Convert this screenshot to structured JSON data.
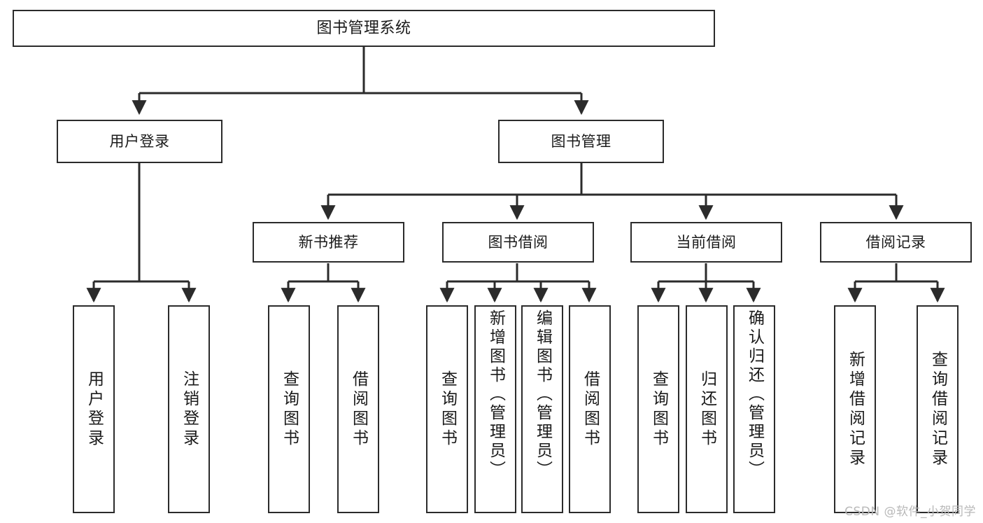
{
  "diagram": {
    "title": "图书管理系统",
    "type": "tree-hierarchy",
    "watermark": "CSDN @软件_小贺同学",
    "colors": {
      "box_border": "#2b2b2b",
      "box_fill": "#ffffff",
      "edge": "#2b2b2b",
      "text": "#1a1a1a",
      "watermark": "#b9b9b9"
    },
    "nodes": {
      "root": {
        "label": "图书管理系统"
      },
      "level1": [
        {
          "label": "用户登录"
        },
        {
          "label": "图书管理"
        }
      ],
      "level2": [
        {
          "label": "新书推荐"
        },
        {
          "label": "图书借阅"
        },
        {
          "label": "当前借阅"
        },
        {
          "label": "借阅记录"
        }
      ],
      "leaves": {
        "user_login": [
          {
            "label": "用户登录"
          },
          {
            "label": "注销登录"
          }
        ],
        "new_book_recommend": [
          {
            "label": "查询图书"
          },
          {
            "label": "借阅图书"
          }
        ],
        "book_borrow": [
          {
            "label": "查询图书"
          },
          {
            "label": "新增图书（管理员）"
          },
          {
            "label": "编辑图书（管理员）"
          },
          {
            "label": "借阅图书"
          }
        ],
        "current_borrow": [
          {
            "label": "查询图书"
          },
          {
            "label": "归还图书"
          },
          {
            "label": "确认归还（管理员）"
          }
        ],
        "borrow_record": [
          {
            "label": "新增借阅记录"
          },
          {
            "label": "查询借阅记录"
          }
        ]
      }
    }
  }
}
